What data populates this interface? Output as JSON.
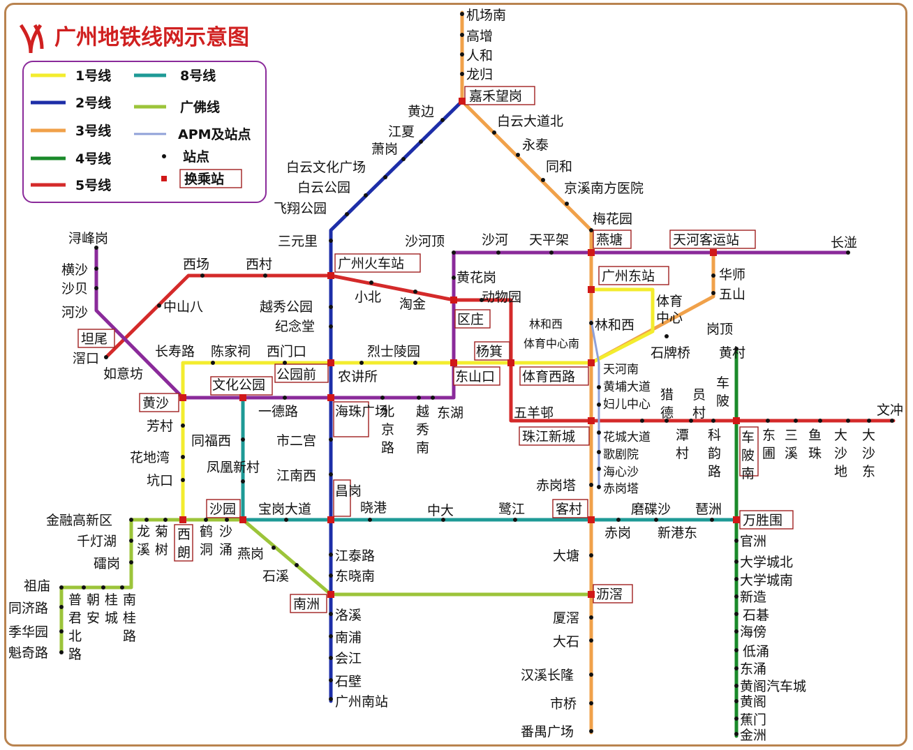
{
  "title": "广州地铁线网示意图",
  "legend": {
    "l1": "1号线",
    "l2": "2号线",
    "l3": "3号线",
    "l4": "4号线",
    "l5": "5号线",
    "l8": "8号线",
    "gf": "广佛线",
    "apm": "APM及站点",
    "st": "站点",
    "xf": "换乘站"
  },
  "colors": {
    "l1": "#f3ec2e",
    "l2": "#1d2ea8",
    "l3": "#f0a14a",
    "l4": "#1a8a2a",
    "l5": "#d42a2a",
    "l8": "#1e9a96",
    "gf": "#9cc43a",
    "apm": "#8fa0d8",
    "purple": "#8a2a9a",
    "frame": "#b9834f"
  },
  "stations": {
    "jichangnan": "机场南",
    "gaozeng": "高增",
    "renhe": "人和",
    "longgui": "龙归",
    "jiahewanggang": "嘉禾望岗",
    "baiyundadaobei": "白云大道北",
    "yongtai": "永泰",
    "tonghe": "同和",
    "jingxinan": "京溪南方医院",
    "meihuayuan": "梅花园",
    "yantang": "燕塘",
    "tianhekeyun": "天河客运站",
    "changban": "长湴",
    "huashi": "华师",
    "wushan": "五山",
    "gangding": "岗顶",
    "shipaiqiao": "石牌桥",
    "guangzhoudong": "广州东站",
    "tiyu": "体育",
    "zhongxin": "中心",
    "linhexi": "林和西",
    "linhexi2": "林和西",
    "tiyuzhongxinnan": "体育中心南",
    "tianhenan": "天河南",
    "huangpudadao": "黄埔大道",
    "funzhongxin": "妇儿中心",
    "huangbian": "黄边",
    "jiangxia": "江夏",
    "xiaogang": "萧岗",
    "baiyunwenhua": "白云文化广场",
    "baiyungongyuan": "白云公园",
    "feixiang": "飞翔公园",
    "sanyuanli": "三元里",
    "guangzhouhuochezhan": "广州火车站",
    "yuexiugongyuan": "越秀公园",
    "jiniantang": "纪念堂",
    "gongyuanqian": "公园前",
    "haizhuguangchang": "海珠广场",
    "shiergong": "市二宫",
    "jiangnanxi": "江南西",
    "changgang": "昌岗",
    "jiangtailu": "江泰路",
    "dongxiaonan": "东晓南",
    "nanzhou": "南洲",
    "luoxi": "洛溪",
    "nanpu": "南浦",
    "huijiang": "会江",
    "shibi": "石壁",
    "guangzhounanzhan": "广州南站",
    "shahedingz": "沙河顶",
    "shahe": "沙河",
    "tianpingjia": "天平架",
    "huanghuagang": "黄花岗",
    "qujiang": "区庄",
    "dongshankou": "东山口",
    "dongxu": "东湖",
    "yuexiunan": "越秀南",
    "beijinglu": "北京路",
    "nongjiangsuo": "农讲所",
    "lieshilingyuan": "烈士陵园",
    "tiyuxilu": "体育西路",
    "yangji": "杨箕",
    "dongshanmenkou": "西门口",
    "chenjiaci": "陈家祠",
    "changshoulu": "长寿路",
    "huangsha": "黄沙",
    "fangcun": "芳村",
    "huadiwan": "花地湾",
    "kengkou": "坑口",
    "xilang": "西朗",
    "xuchang": "西场",
    "xicun": "西村",
    "zhongshanba": "中山八",
    "tanwei": "坦尾",
    "jiaokou": "滘口",
    "ruyifang": "如意坊",
    "xiaobei": "小北",
    "taojin": "淘金",
    "dongwuyuan": "动物园",
    "wuyangcun": "五羊邨",
    "zhujiangxincheng": "珠江新城",
    "liede": "猎德",
    "tancun": "潭村",
    "yuancun": "员村",
    "kejilu": "科韵路",
    "chepi": "车陂",
    "chepinan": "车陂南",
    "dongpu": "东圃",
    "sanxi": "三溪",
    "yuzhu": "鱼珠",
    "dashadi": "大沙地",
    "dashadong": "大沙东",
    "wenchong": "文冲",
    "huangcun": "黄村",
    "wanshengwei": "万胜围",
    "guanzhou": "官洲",
    "daxuechengbei": "大学城北",
    "daxuechengnan": "大学城南",
    "xinzao": "新造",
    "shiqi": "石碁",
    "haibang": "海傍",
    "dichong": "低涌",
    "dongchong": "东涌",
    "huangge": "黄阁汽车城",
    "huangge2": "黄阁",
    "jiaomen": "蕉门",
    "jinzhou": "金洲",
    "xunfenggang": "浔峰岗",
    "hengsha": "横沙",
    "shabei": "沙贝",
    "heshabridge": "河沙",
    "wenhuagongyuan": "文化公园",
    "yidelu": "一德路",
    "tongfuxi": "同福西",
    "fenghuangxincun": "凤凰新村",
    "shayuan": "沙园",
    "baogang": "宝岗大道",
    "xiaogang2": "晓港",
    "zhongda": "中大",
    "lujiang": "鹭江",
    "kecun": "客村",
    "chigang": "赤岗",
    "mopansha": "磨碟沙",
    "xingangdong": "新港东",
    "pazhou": "琶洲",
    "chigangta": "赤岗塔",
    "huachengdadao": "花城大道",
    "gejuyuan": "歌剧院",
    "haixinsha": "海心沙",
    "chigangta2": "赤岗塔",
    "datang": "大塘",
    "lijiao": "沥滘",
    "xiajiao": "厦滘",
    "dashi": "大石",
    "hanxi": "汉溪长隆",
    "shiqiao": "市桥",
    "panyu": "番禺广场",
    "jinrong": "金融高新区",
    "qiandenghu": "千灯湖",
    "leigang": "礌岗",
    "longxi": "龙溪",
    "juchun": "菊树",
    "hesha": "鹤洞",
    "shachong": "沙涌",
    "yangang": "燕岗",
    "shixi": "石溪",
    "zumiao": "祖庙",
    "tongjilu": "同济路",
    "jihuayuan": "季华园",
    "kuiqilu": "魁奇路",
    "puju": "普君北路",
    "chaoan": "朝安",
    "guicheng": "桂城",
    "nanguilu": "南桂路"
  }
}
